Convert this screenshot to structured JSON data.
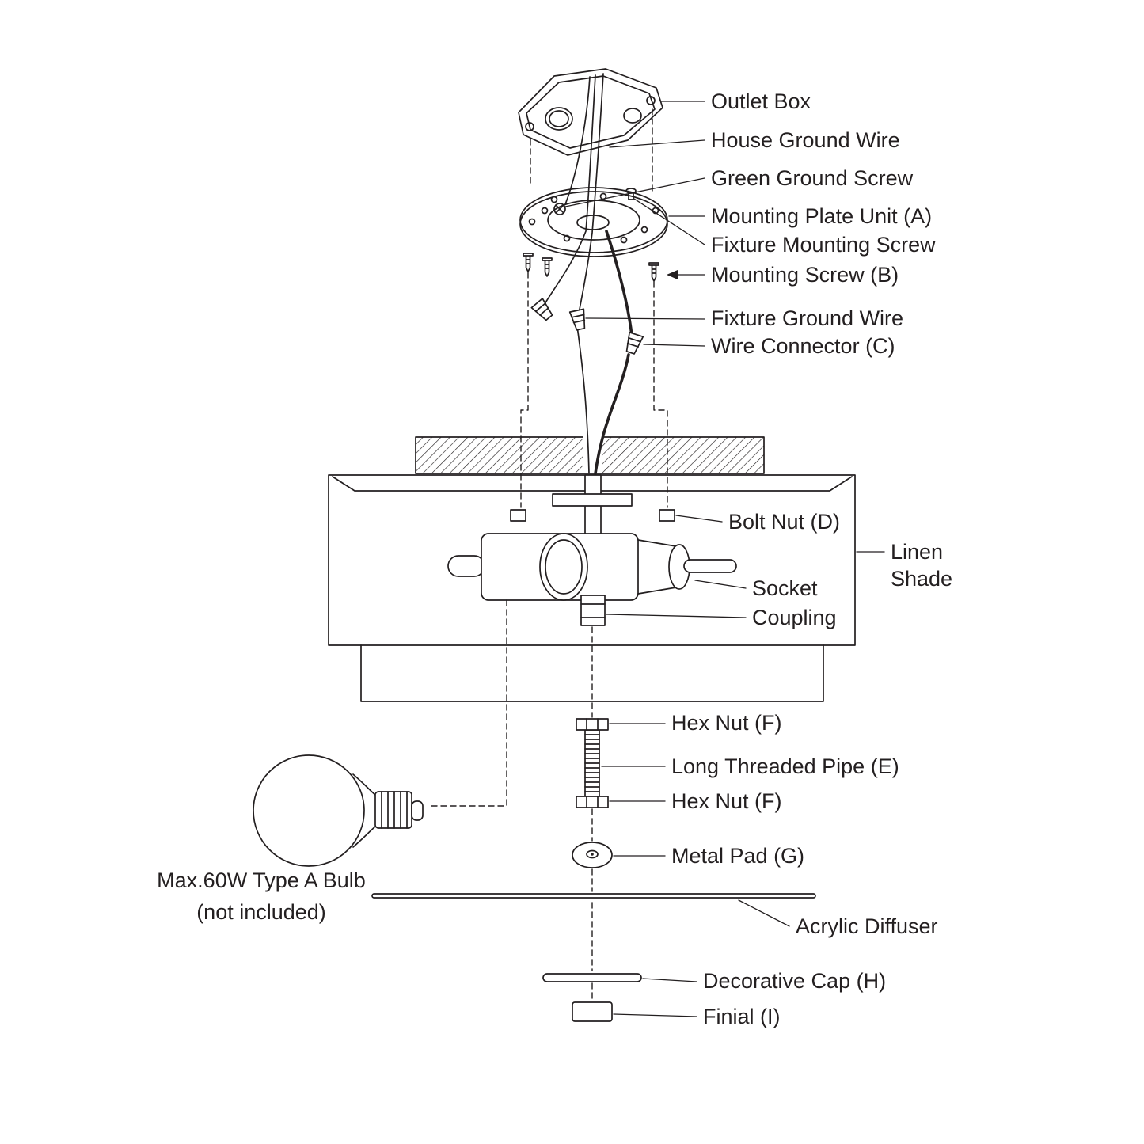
{
  "colors": {
    "line": "#231f20",
    "background": "#ffffff"
  },
  "labels": {
    "outlet_box": "Outlet Box",
    "house_ground_wire": "House Ground Wire",
    "green_ground_screw": "Green Ground Screw",
    "mounting_plate_unit": "Mounting Plate Unit (A)",
    "fixture_mounting_screw": "Fixture Mounting Screw",
    "mounting_screw": "Mounting Screw (B)",
    "fixture_ground_wire": "Fixture Ground Wire",
    "wire_connector": "Wire Connector (C)",
    "bolt_nut": "Bolt Nut (D)",
    "linen_shade_1": "Linen",
    "linen_shade_2": "Shade",
    "socket": "Socket",
    "coupling": "Coupling",
    "hex_nut_top": "Hex Nut (F)",
    "long_threaded_pipe": "Long Threaded Pipe (E)",
    "hex_nut_bottom": "Hex Nut (F)",
    "metal_pad": "Metal Pad (G)",
    "acrylic_diffuser": "Acrylic Diffuser",
    "decorative_cap": "Decorative Cap (H)",
    "finial": "Finial (I)",
    "bulb_note_1": "Max.60W Type A Bulb",
    "bulb_note_2": "(not included)"
  }
}
